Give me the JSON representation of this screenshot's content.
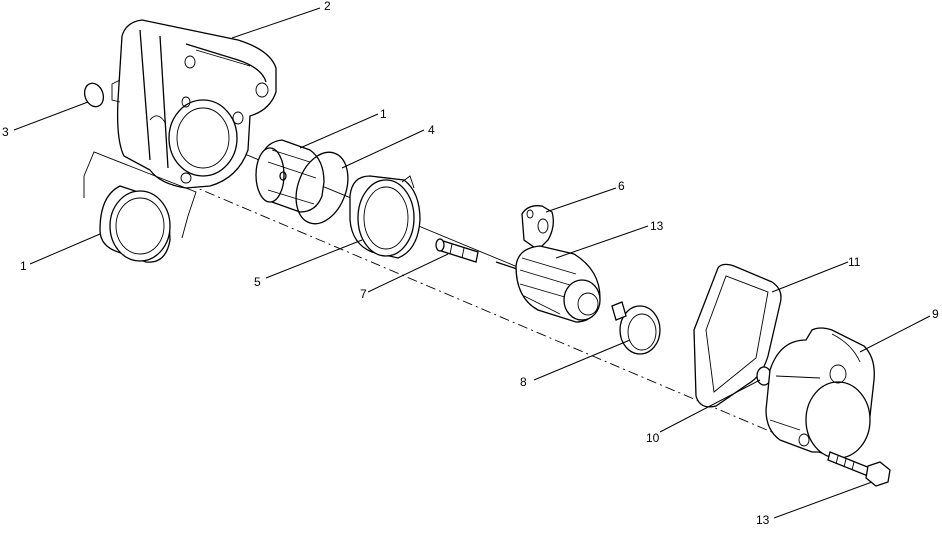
{
  "callouts": {
    "c1": "1",
    "c2": "2",
    "c3": "3",
    "c4": "4",
    "c5": "5",
    "c6": "6",
    "c7": "7",
    "c8": "8",
    "c9": "9",
    "c10": "10",
    "c11": "11",
    "c12": "13",
    "c13": "13",
    "c14": "1"
  }
}
